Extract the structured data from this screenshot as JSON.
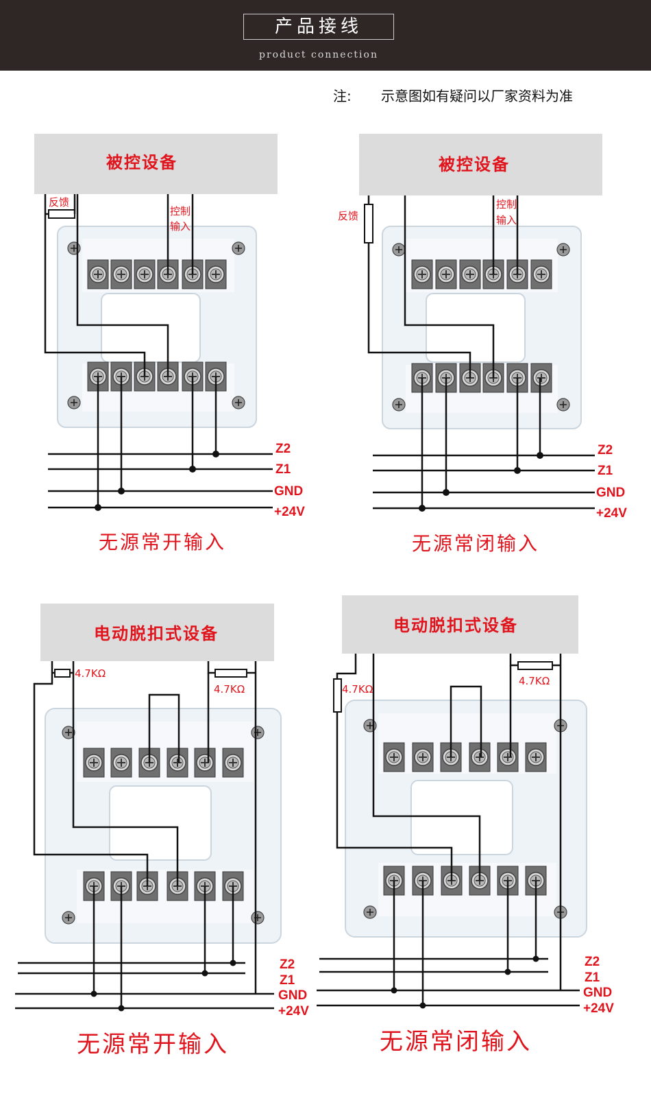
{
  "header": {
    "title": "产品接线",
    "subtitle": "product connection"
  },
  "note": {
    "label": "注:",
    "text": "示意图如有疑问以厂家资料为准"
  },
  "diagrams": [
    {
      "device": "被控设备",
      "feedback": "反馈",
      "control_line1": "控制",
      "control_line2": "输入",
      "bus": [
        "Z2",
        "Z1",
        "GND",
        "+24V"
      ],
      "caption": "无源常开输入"
    },
    {
      "device": "被控设备",
      "feedback": "反馈",
      "control_line1": "控制",
      "control_line2": "输入",
      "bus": [
        "Z2",
        "Z1",
        "GND",
        "+24V"
      ],
      "caption": "无源常闭输入"
    },
    {
      "device": "电动脱扣式设备",
      "resistor_left": "4.7KΩ",
      "resistor_right": "4.7KΩ",
      "bus": [
        "Z2",
        "Z1",
        "GND",
        "+24V"
      ],
      "caption": "无源常开输入"
    },
    {
      "device": "电动脱扣式设备",
      "resistor_left": "4.7KΩ",
      "resistor_right": "4.7KΩ",
      "bus": [
        "Z2",
        "Z1",
        "GND",
        "+24V"
      ],
      "caption": "无源常闭输入"
    }
  ],
  "colors": {
    "banner": "#2f2725",
    "label_red": "#e0141c",
    "device_box": "#dcdcdc",
    "wire": "#111111"
  }
}
